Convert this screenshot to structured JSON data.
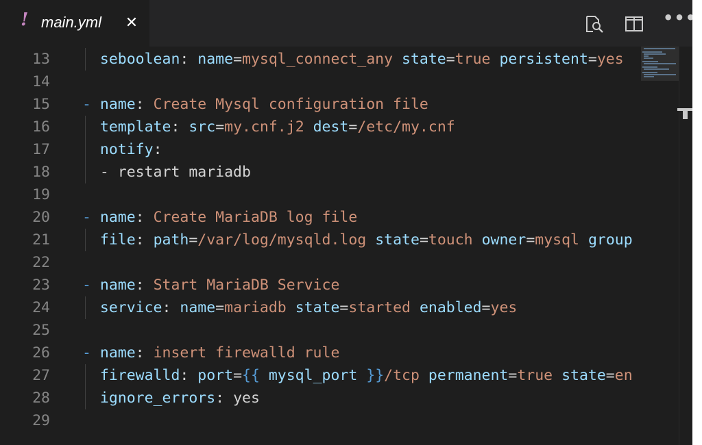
{
  "tab": {
    "icon_glyph": "!",
    "title": "main.yml",
    "close_glyph": "✕"
  },
  "actions": {
    "find_icon": "search-file-icon",
    "split_icon": "split-editor-icon",
    "more_glyph": "•••"
  },
  "colors": {
    "background": "#1e1e1e",
    "tabbar": "#252526",
    "key": "#9cdcfe",
    "string": "#ce9178",
    "dash": "#569cd6",
    "text": "#d4d4d4",
    "line_number": "#858585",
    "yaml_icon": "#c586c0"
  },
  "lines": [
    {
      "n": "13",
      "tokens": [
        {
          "t": "  seboolean",
          "c": "key"
        },
        {
          "t": ": ",
          "c": "pun"
        },
        {
          "t": "name",
          "c": "key"
        },
        {
          "t": "=",
          "c": "op"
        },
        {
          "t": "mysql_connect_any",
          "c": "str"
        },
        {
          "t": " ",
          "c": "op"
        },
        {
          "t": "state",
          "c": "key"
        },
        {
          "t": "=",
          "c": "op"
        },
        {
          "t": "true",
          "c": "str"
        },
        {
          "t": " ",
          "c": "op"
        },
        {
          "t": "persistent",
          "c": "key"
        },
        {
          "t": "=",
          "c": "op"
        },
        {
          "t": "yes",
          "c": "str"
        }
      ]
    },
    {
      "n": "14",
      "tokens": []
    },
    {
      "n": "15",
      "tokens": [
        {
          "t": "- ",
          "c": "dash"
        },
        {
          "t": "name",
          "c": "key"
        },
        {
          "t": ": ",
          "c": "pun"
        },
        {
          "t": "Create Mysql configuration file",
          "c": "str"
        }
      ]
    },
    {
      "n": "16",
      "tokens": [
        {
          "t": "  template",
          "c": "key"
        },
        {
          "t": ": ",
          "c": "pun"
        },
        {
          "t": "src",
          "c": "key"
        },
        {
          "t": "=",
          "c": "op"
        },
        {
          "t": "my.cnf.j2",
          "c": "str"
        },
        {
          "t": " ",
          "c": "op"
        },
        {
          "t": "dest",
          "c": "key"
        },
        {
          "t": "=",
          "c": "op"
        },
        {
          "t": "/etc/my.cnf",
          "c": "str"
        }
      ]
    },
    {
      "n": "17",
      "tokens": [
        {
          "t": "  notify",
          "c": "key"
        },
        {
          "t": ":",
          "c": "pun"
        }
      ]
    },
    {
      "n": "18",
      "tokens": [
        {
          "t": "  - restart mariadb",
          "c": "txt"
        }
      ]
    },
    {
      "n": "19",
      "tokens": []
    },
    {
      "n": "20",
      "tokens": [
        {
          "t": "- ",
          "c": "dash"
        },
        {
          "t": "name",
          "c": "key"
        },
        {
          "t": ": ",
          "c": "pun"
        },
        {
          "t": "Create MariaDB log file",
          "c": "str"
        }
      ]
    },
    {
      "n": "21",
      "tokens": [
        {
          "t": "  file",
          "c": "key"
        },
        {
          "t": ": ",
          "c": "pun"
        },
        {
          "t": "path",
          "c": "key"
        },
        {
          "t": "=",
          "c": "op"
        },
        {
          "t": "/var/log/mysqld.log",
          "c": "str"
        },
        {
          "t": " ",
          "c": "op"
        },
        {
          "t": "state",
          "c": "key"
        },
        {
          "t": "=",
          "c": "op"
        },
        {
          "t": "touch",
          "c": "str"
        },
        {
          "t": " ",
          "c": "op"
        },
        {
          "t": "owner",
          "c": "key"
        },
        {
          "t": "=",
          "c": "op"
        },
        {
          "t": "mysql",
          "c": "str"
        },
        {
          "t": " ",
          "c": "op"
        },
        {
          "t": "group",
          "c": "key"
        }
      ]
    },
    {
      "n": "22",
      "tokens": []
    },
    {
      "n": "23",
      "tokens": [
        {
          "t": "- ",
          "c": "dash"
        },
        {
          "t": "name",
          "c": "key"
        },
        {
          "t": ": ",
          "c": "pun"
        },
        {
          "t": "Start MariaDB Service",
          "c": "str"
        }
      ]
    },
    {
      "n": "24",
      "tokens": [
        {
          "t": "  service",
          "c": "key"
        },
        {
          "t": ": ",
          "c": "pun"
        },
        {
          "t": "name",
          "c": "key"
        },
        {
          "t": "=",
          "c": "op"
        },
        {
          "t": "mariadb",
          "c": "str"
        },
        {
          "t": " ",
          "c": "op"
        },
        {
          "t": "state",
          "c": "key"
        },
        {
          "t": "=",
          "c": "op"
        },
        {
          "t": "started",
          "c": "str"
        },
        {
          "t": " ",
          "c": "op"
        },
        {
          "t": "enabled",
          "c": "key"
        },
        {
          "t": "=",
          "c": "op"
        },
        {
          "t": "yes",
          "c": "str"
        }
      ]
    },
    {
      "n": "25",
      "tokens": []
    },
    {
      "n": "26",
      "tokens": [
        {
          "t": "- ",
          "c": "dash"
        },
        {
          "t": "name",
          "c": "key"
        },
        {
          "t": ": ",
          "c": "pun"
        },
        {
          "t": "insert firewalld rule",
          "c": "str"
        }
      ]
    },
    {
      "n": "27",
      "tokens": [
        {
          "t": "  firewalld",
          "c": "key"
        },
        {
          "t": ": ",
          "c": "pun"
        },
        {
          "t": "port",
          "c": "key"
        },
        {
          "t": "=",
          "c": "op"
        },
        {
          "t": "{{",
          "c": "brace"
        },
        {
          "t": " mysql_port ",
          "c": "key"
        },
        {
          "t": "}}",
          "c": "brace"
        },
        {
          "t": "/tcp",
          "c": "str"
        },
        {
          "t": " ",
          "c": "op"
        },
        {
          "t": "permanent",
          "c": "key"
        },
        {
          "t": "=",
          "c": "op"
        },
        {
          "t": "true",
          "c": "str"
        },
        {
          "t": " ",
          "c": "op"
        },
        {
          "t": "state",
          "c": "key"
        },
        {
          "t": "=",
          "c": "op"
        },
        {
          "t": "en",
          "c": "str"
        }
      ]
    },
    {
      "n": "28",
      "tokens": [
        {
          "t": "  ignore_errors",
          "c": "key"
        },
        {
          "t": ": ",
          "c": "pun"
        },
        {
          "t": "yes",
          "c": "txt"
        }
      ]
    },
    {
      "n": "29",
      "tokens": []
    }
  ]
}
